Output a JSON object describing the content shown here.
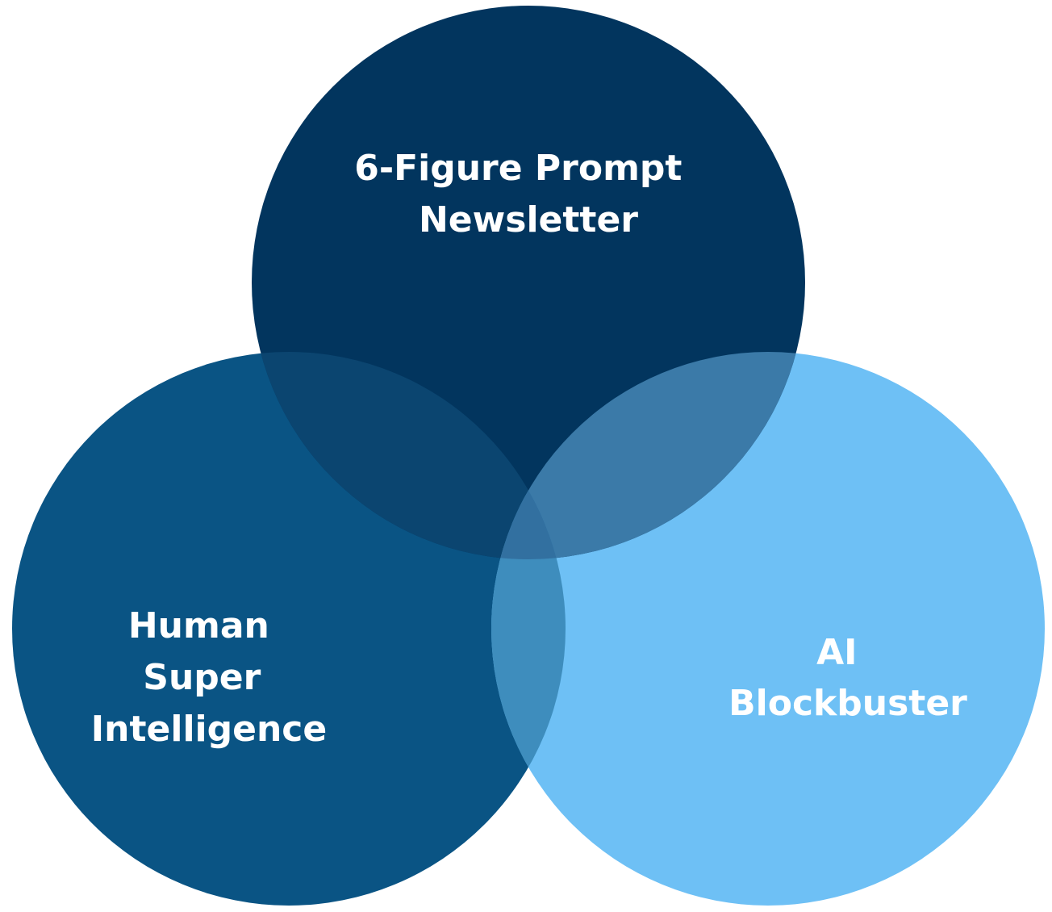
{
  "diagram": {
    "type": "venn",
    "circles": [
      {
        "id": "newsletter",
        "label_lines": [
          "6-Figure Prompt",
          "Newsletter"
        ],
        "color": "#02355E"
      },
      {
        "id": "human",
        "label_lines": [
          "Human",
          "Super",
          "Intelligence"
        ],
        "color": "#0A5484"
      },
      {
        "id": "ai",
        "label_lines": [
          "AI",
          "Blockbuster"
        ],
        "color": "#6EC0F5"
      }
    ],
    "overlap_colors": {
      "newsletter_human": "#0B4570",
      "newsletter_ai": "#3B7AA8",
      "human_ai": "#3E8DBD",
      "all_three": "#3270A0"
    }
  }
}
